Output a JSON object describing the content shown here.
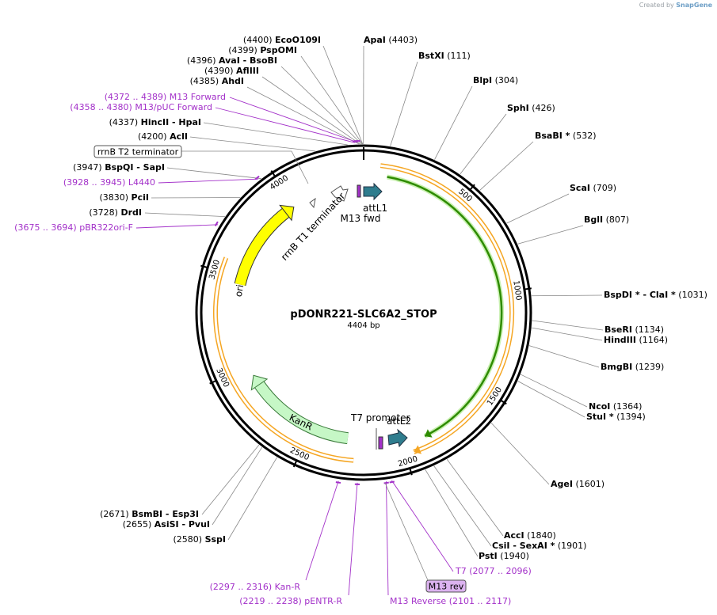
{
  "credit": {
    "prefix": "Created by",
    "brand": "SnapGene"
  },
  "map": {
    "name": "pDONR221-SLC6A2_STOP",
    "length_text": "4404 bp",
    "length": 4404
  },
  "colors": {
    "primer": "#a331c9",
    "ori": "#ffff00",
    "kanr": "#c6f7c6",
    "attL": "#2f7d8e",
    "orf_fill": "#ffffff",
    "orf_outline_outer": "#f5a623",
    "orf_outline_inner": "#2e8b00",
    "promoter_fill": "#ffffff"
  },
  "ticks": [
    {
      "pos": 500,
      "label": "500"
    },
    {
      "pos": 1000,
      "label": "1000"
    },
    {
      "pos": 1500,
      "label": "1500"
    },
    {
      "pos": 2000,
      "label": "2000"
    },
    {
      "pos": 2500,
      "label": "2500"
    },
    {
      "pos": 3000,
      "label": "3000"
    },
    {
      "pos": 3500,
      "label": "3500"
    },
    {
      "pos": 4000,
      "label": "4000"
    }
  ],
  "sites_left": [
    {
      "pos_text": "(4400)",
      "name": "EcoO109I",
      "site": 4400
    },
    {
      "pos_text": "(4399)",
      "name": "PspOMI",
      "site": 4399
    },
    {
      "pos_text": "(4396)",
      "name": "AvaI  - BsoBI",
      "site": 4396
    },
    {
      "pos_text": "(4390)",
      "name": "AflIII",
      "site": 4390
    },
    {
      "pos_text": "(4385)",
      "name": "AhdI",
      "site": 4385
    },
    {
      "pos_text": "(4337)",
      "name": "HincII  - HpaI",
      "site": 4337
    },
    {
      "pos_text": "(4200)",
      "name": "AclI",
      "site": 4200
    },
    {
      "pos_text": "(3947)",
      "name": "BspQI  - SapI",
      "site": 3947
    },
    {
      "pos_text": "(3830)",
      "name": "PciI",
      "site": 3830
    },
    {
      "pos_text": "(3728)",
      "name": "DrdI",
      "site": 3728
    },
    {
      "pos_text": "(2671)",
      "name": "BsmBI  - Esp3I",
      "site": 2671
    },
    {
      "pos_text": "(2655)",
      "name": "AsiSI  - PvuI",
      "site": 2655
    },
    {
      "pos_text": "(2580)",
      "name": "SspI",
      "site": 2580
    }
  ],
  "sites_right": [
    {
      "name": "ApaI",
      "pos_text": "(4403)",
      "site": 4403
    },
    {
      "name": "BstXI",
      "pos_text": "(111)",
      "site": 111
    },
    {
      "name": "BlpI",
      "pos_text": "(304)",
      "site": 304
    },
    {
      "name": "SphI",
      "pos_text": "(426)",
      "site": 426
    },
    {
      "name": "BsaBI *",
      "pos_text": "(532)",
      "site": 532
    },
    {
      "name": "ScaI",
      "pos_text": "(709)",
      "site": 709
    },
    {
      "name": "BglI",
      "pos_text": "(807)",
      "site": 807
    },
    {
      "name": "BspDI *  - ClaI *",
      "pos_text": "(1031)",
      "site": 1031
    },
    {
      "name": "BseRI",
      "pos_text": "(1134)",
      "site": 1134
    },
    {
      "name": "HindIII",
      "pos_text": "(1164)",
      "site": 1164
    },
    {
      "name": "BmgBI",
      "pos_text": "(1239)",
      "site": 1239
    },
    {
      "name": "NcoI",
      "pos_text": "(1364)",
      "site": 1364
    },
    {
      "name": "StuI *",
      "pos_text": "(1394)",
      "site": 1394
    },
    {
      "name": "AgeI",
      "pos_text": "(1601)",
      "site": 1601
    },
    {
      "name": "AccI",
      "pos_text": "(1840)",
      "site": 1840
    },
    {
      "name": "CsiI  - SexAI *",
      "pos_text": "(1901)",
      "site": 1901
    },
    {
      "name": "PstI",
      "pos_text": "(1940)",
      "site": 1940
    }
  ],
  "primers_left": [
    {
      "range": "(4372 .. 4389)",
      "name": "M13 Forward",
      "site": 4380
    },
    {
      "range": "(4358 .. 4380)",
      "name": "M13/pUC Forward",
      "site": 4369
    },
    {
      "range": "(3928 .. 3945)",
      "name": "L4440",
      "site": 3936
    },
    {
      "range": "(3675 .. 3694)",
      "name": "pBR322ori-F",
      "site": 3684
    }
  ],
  "primers_bottom": [
    {
      "range": "(2297 .. 2316)",
      "name": "Kan-R",
      "site": 2306
    },
    {
      "range": "(2219 .. 2238)",
      "name": "pENTR-R",
      "site": 2228
    },
    {
      "name": "M13 Reverse",
      "range": "(2101 .. 2117)",
      "site": 2109
    },
    {
      "name": "T7",
      "range": "(2077 .. 2096)",
      "site": 2086
    }
  ],
  "boxed_labels": {
    "terminator_box": "rrnB T2 terminator",
    "m13rev_box": "M13 rev"
  },
  "features": {
    "rrnb_t1": "rrnB T1 terminator",
    "m13_fwd": "M13 fwd",
    "attl1": "attL1",
    "ori": "ori",
    "kanr": "KanR",
    "t7_promoter": "T7 promoter",
    "attl2": "attL2"
  }
}
